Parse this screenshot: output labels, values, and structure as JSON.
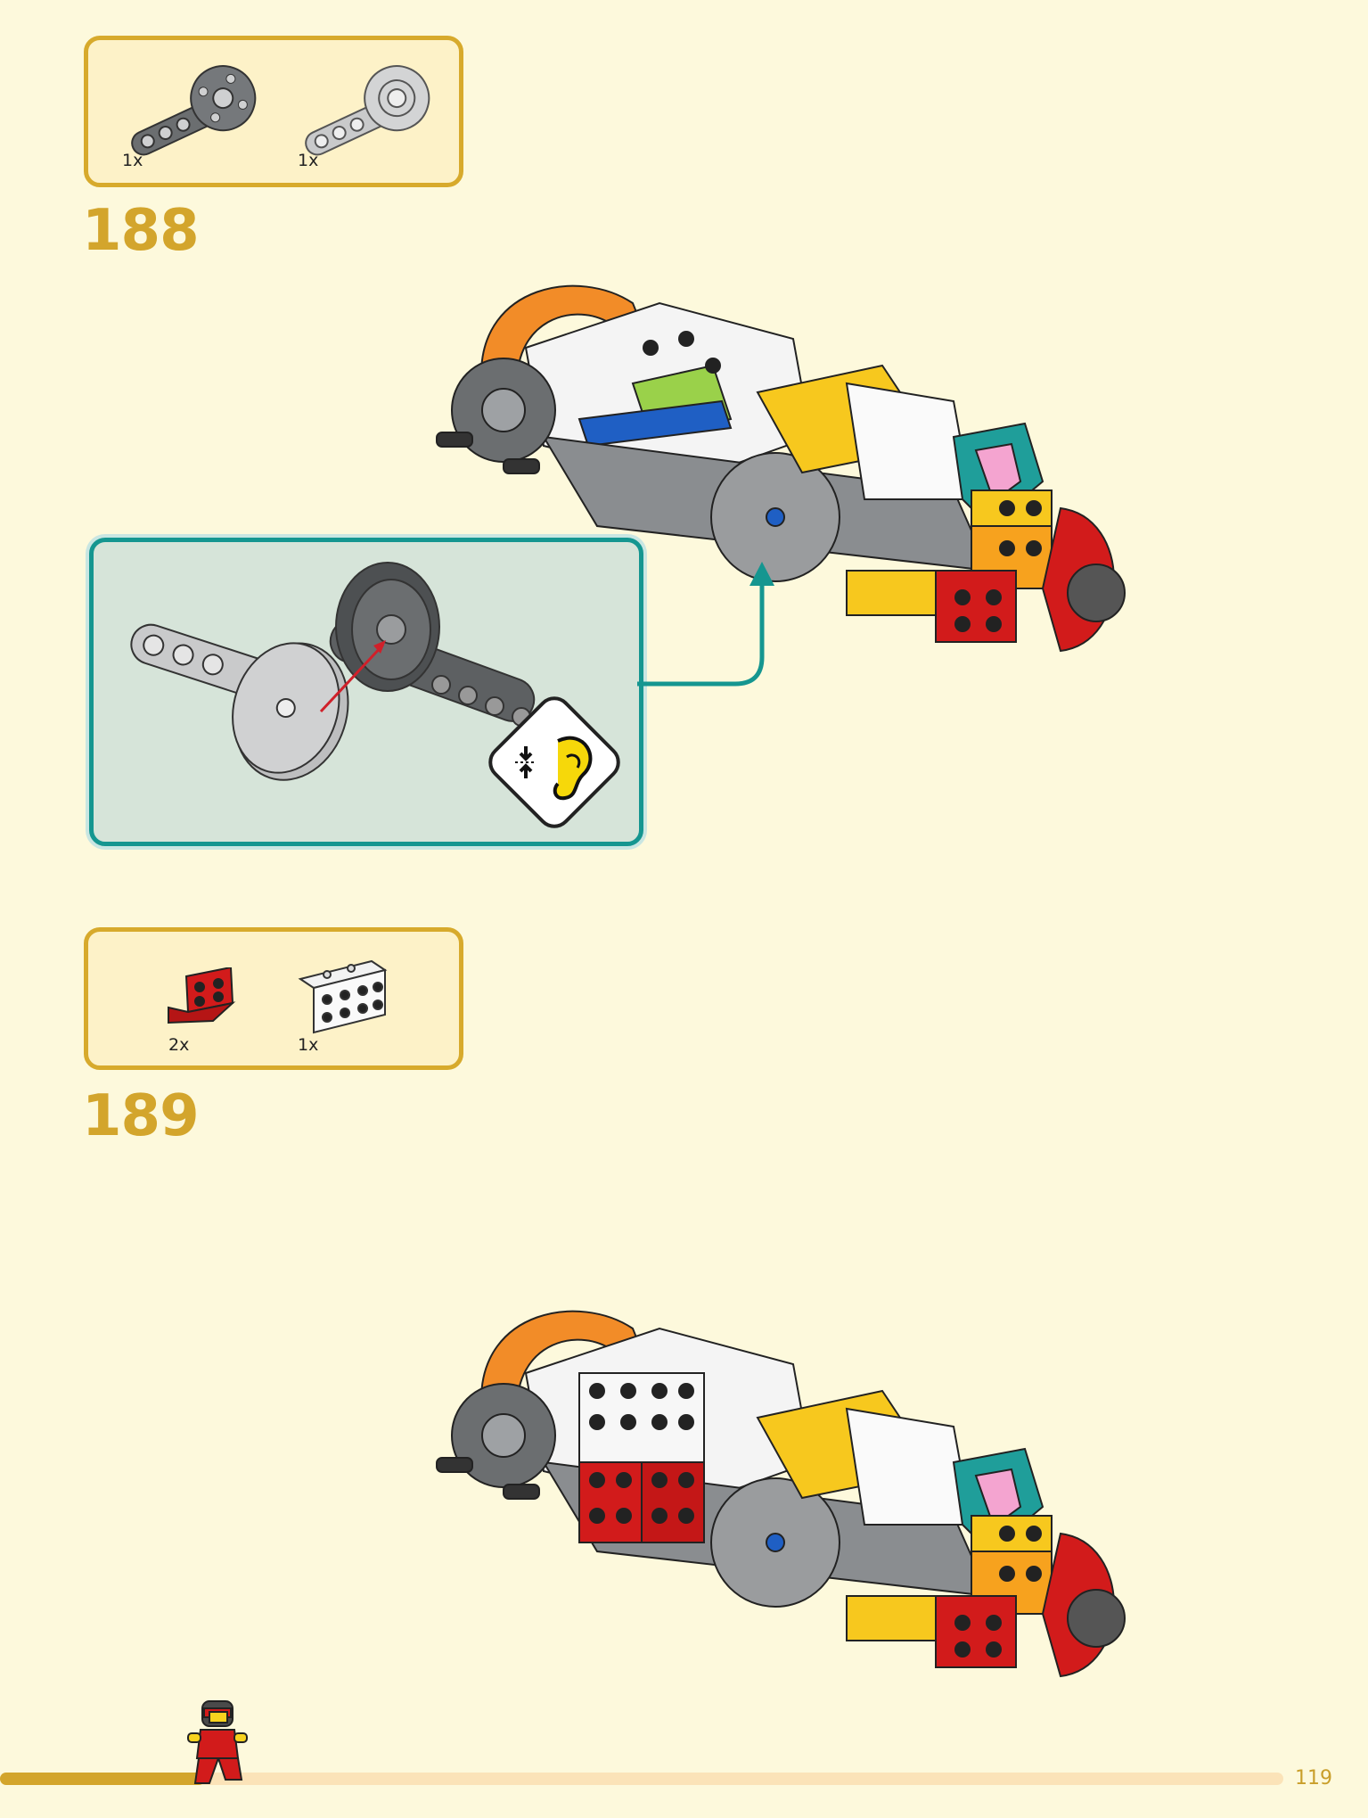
{
  "step_188": {
    "number": "188",
    "parts": [
      {
        "name": "dark-gray-liftarm-with-disc",
        "qty": "1x"
      },
      {
        "name": "light-gray-liftarm-with-disc",
        "qty": "1x"
      }
    ]
  },
  "step_189": {
    "number": "189",
    "parts": [
      {
        "name": "red-bracket-plate",
        "qty": "2x"
      },
      {
        "name": "white-bracket-plate",
        "qty": "1x"
      }
    ]
  },
  "footer": {
    "page_number": "119"
  },
  "colors": {
    "background": "#fdf9dc",
    "parts_box_border": "#d7aa2c",
    "parts_box_fill": "#fdf2c8",
    "step_number": "#d3a52c",
    "callout_border": "#159690",
    "callout_fill": "#d6e4d9"
  }
}
